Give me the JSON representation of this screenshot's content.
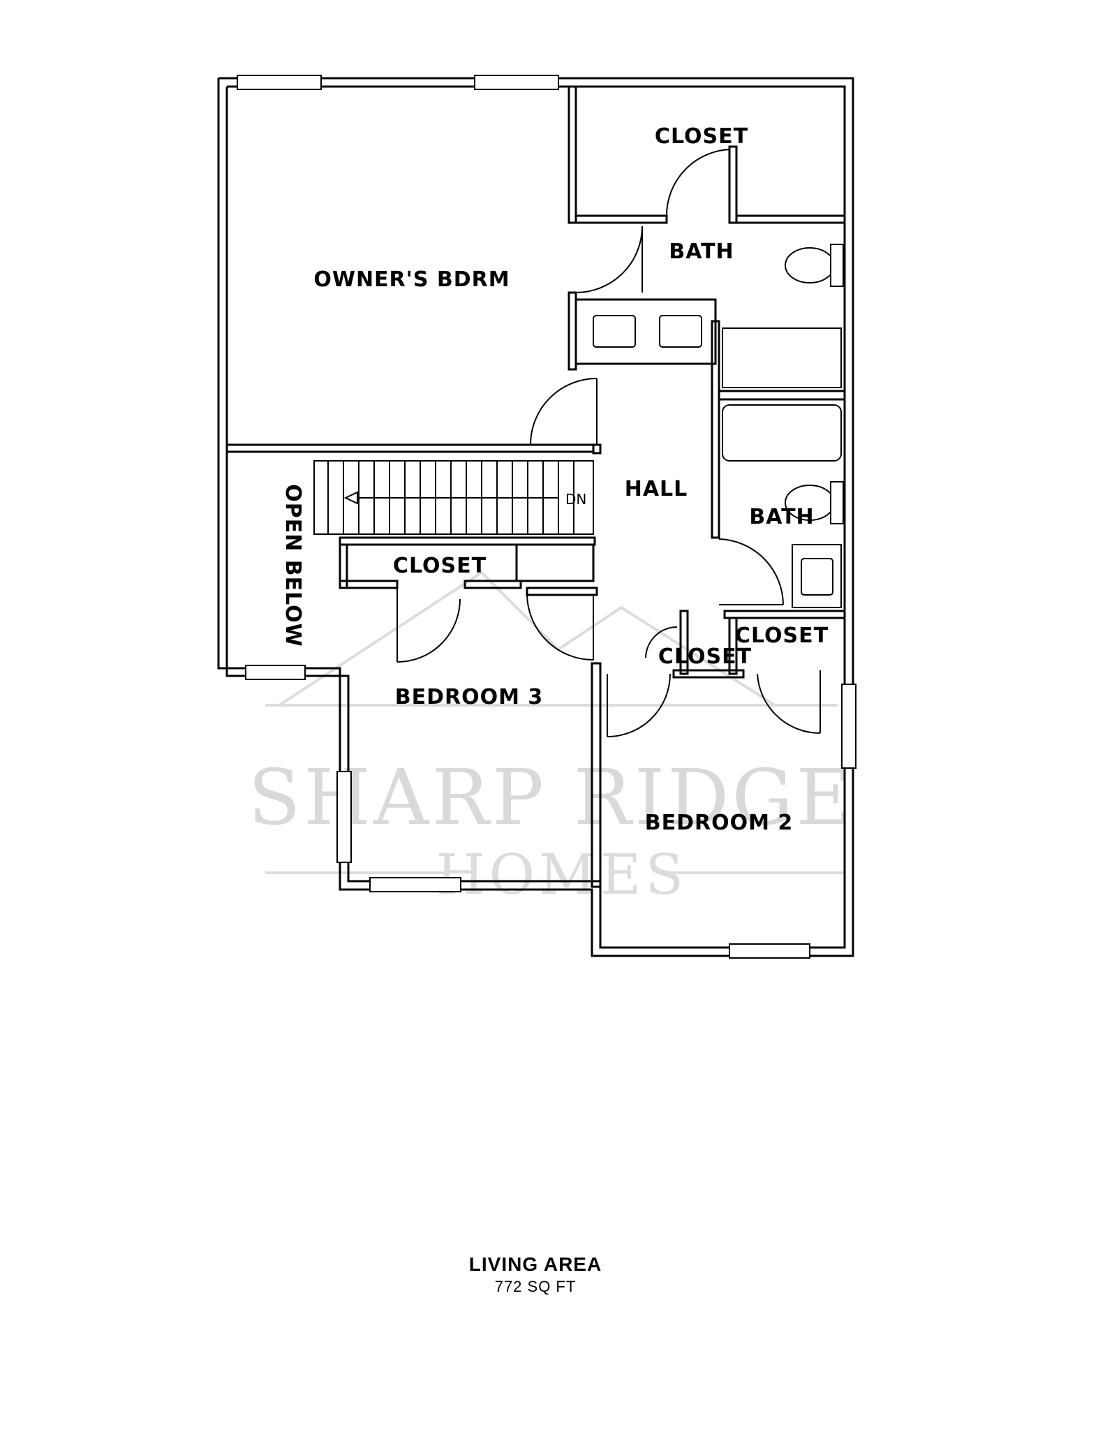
{
  "plan": {
    "rooms": {
      "owners_bdrm": "OWNER'S BDRM",
      "closet_top": "CLOSET",
      "bath_top": "BATH",
      "hall": "HALL",
      "bath_lower": "BATH",
      "open_below": "OPEN BELOW",
      "closet_mid": "CLOSET",
      "closet_small": "CLOSET",
      "closet_right": "CLOSET",
      "bedroom_3": "BEDROOM 3",
      "bedroom_2": "BEDROOM 2"
    },
    "stair_label": "DN"
  },
  "watermark": {
    "brand": "SHARP RIDGE",
    "sub": "HOMES"
  },
  "footer": {
    "title": "LIVING AREA",
    "area": "772 SQ FT"
  }
}
